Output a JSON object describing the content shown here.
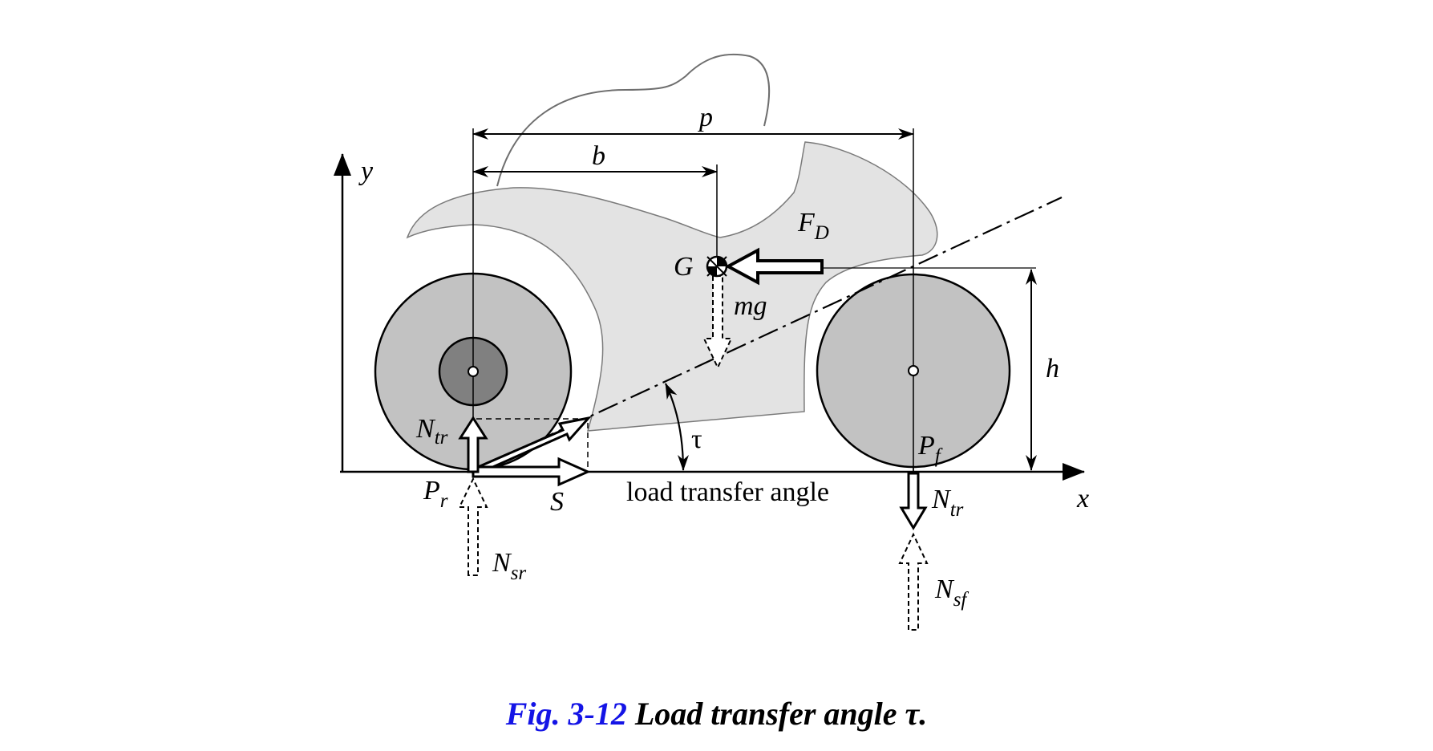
{
  "figure": {
    "title": "Load transfer angle τ",
    "caption_number": "Fig. 3-12",
    "caption_text": "Load transfer angle τ.",
    "colors": {
      "caption_number": "#1414e6",
      "body_fill": "#e3e3e3",
      "wheel_fill": "#c2c2c2",
      "hub_fill": "#808080"
    }
  },
  "axes": {
    "x_label": "x",
    "y_label": "y"
  },
  "dimensions": {
    "wheelbase": "p",
    "cg_horizontal": "b",
    "cg_height": "h"
  },
  "points": {
    "center_of_gravity": "G",
    "rear_contact": {
      "base": "P",
      "sub": "r"
    },
    "front_contact": {
      "base": "P",
      "sub": "f"
    }
  },
  "forces": {
    "drag": {
      "base": "F",
      "sub": "D"
    },
    "weight": "mg",
    "thrust": "S",
    "rear_load_transfer": {
      "base": "N",
      "sub": "tr"
    },
    "front_load_transfer": {
      "base": "N",
      "sub": "tr"
    },
    "rear_static": {
      "base": "N",
      "sub": "sr"
    },
    "front_static": {
      "base": "N",
      "sub": "sf"
    }
  },
  "angle": {
    "symbol": "τ",
    "description": "load transfer angle"
  }
}
